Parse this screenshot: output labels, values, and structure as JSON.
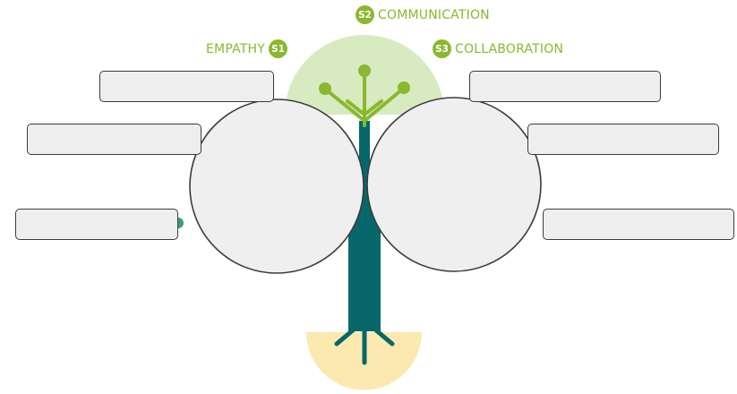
{
  "colors": {
    "accent": "#8ab82e",
    "trunk": "#07676a",
    "canopy": "#d8eac0",
    "roots": "#fbe9b0",
    "circle_fill": "#efefef",
    "outline": "#3b3b3b",
    "light_teal": "#bfe3dd"
  },
  "labels": {
    "s1": {
      "badge": "S1",
      "text": "EMPATHY"
    },
    "s2": {
      "badge": "S2",
      "text": "COMMUNICATION"
    },
    "s3": {
      "badge": "S3",
      "text": "COLLABORATION"
    }
  },
  "boxes": {
    "left": [
      "",
      "",
      ""
    ],
    "right": [
      "",
      "",
      ""
    ]
  }
}
